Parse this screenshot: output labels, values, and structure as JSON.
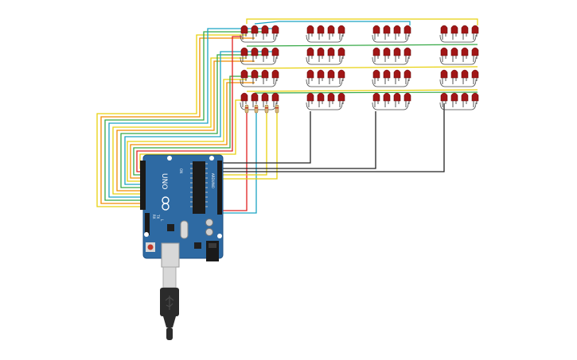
{
  "board": {
    "name_label": "UNO",
    "brand_label": "ARDUINO",
    "on_label": "ON",
    "tx_label": "TX",
    "rx_label": "RX",
    "l_label": "L",
    "body_color": "#2e6aa3",
    "header_color": "#1a1a1a"
  },
  "led_matrix": {
    "rows": 4,
    "columns": 4,
    "leds_per_cell": 4,
    "led_color": "#a11616"
  },
  "resistors": {
    "count": 4
  },
  "wire_colors": {
    "red": "#e02020",
    "orange": "#f08c00",
    "yellow": "#e8d10d",
    "green": "#35a845",
    "teal": "#1aa3c4",
    "black": "#222222"
  },
  "usb_cable": {
    "plug_color": "#2b2b2b",
    "connector_color": "#d8d8d8"
  }
}
